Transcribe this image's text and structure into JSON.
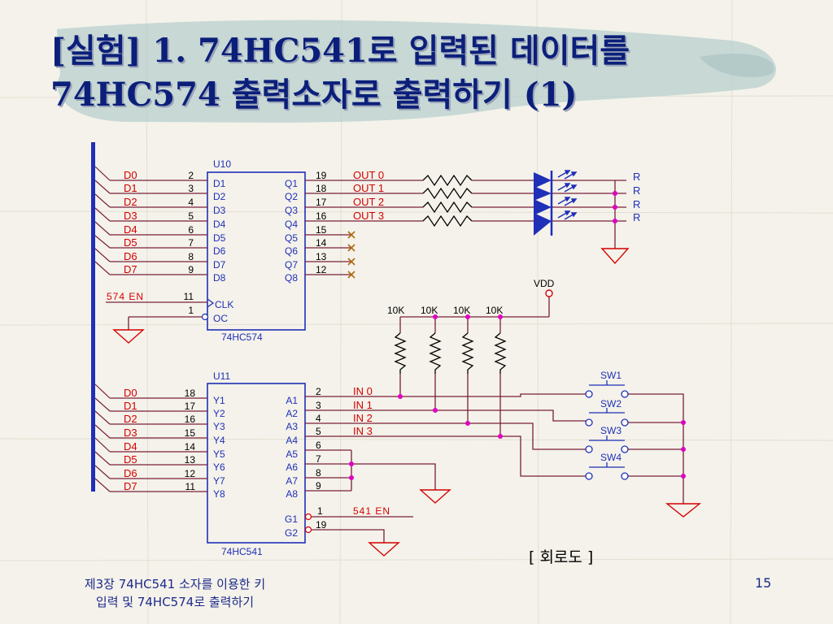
{
  "slide": {
    "title_line1": "[실험] 1. 74HC541로 입력된 데이터를",
    "title_line2": "74HC574 출력소자로 출력하기 (1)",
    "footer_line1": "제3장 74HC541 소자를 이용한 키",
    "footer_line2": "입력 및 74HC574로 출력하기",
    "page_number": "15",
    "caption": "[ 회로도 ]"
  },
  "u10": {
    "ref": "U10",
    "part": "74HC574",
    "data_nets": [
      "D0",
      "D1",
      "D2",
      "D3",
      "D4",
      "D5",
      "D6",
      "D7"
    ],
    "d_pin_numbers": [
      "2",
      "3",
      "4",
      "5",
      "6",
      "7",
      "8",
      "9"
    ],
    "d_pin_labels": [
      "D1",
      "D2",
      "D3",
      "D4",
      "D5",
      "D6",
      "D7",
      "D8"
    ],
    "q_pin_labels": [
      "Q1",
      "Q2",
      "Q3",
      "Q4",
      "Q5",
      "Q6",
      "Q7",
      "Q8"
    ],
    "q_pin_numbers": [
      "19",
      "18",
      "17",
      "16",
      "15",
      "14",
      "13",
      "12"
    ],
    "out_nets": [
      "OUT 0",
      "OUT 1",
      "OUT 2",
      "OUT 3"
    ],
    "clk_label": "CLK",
    "clk_pin": "11",
    "clk_net": "574 EN",
    "oc_label": "OC",
    "oc_pin": "1",
    "led_labels": [
      "R",
      "R",
      "R",
      "R"
    ]
  },
  "pullups": {
    "vdd_label": "VDD",
    "resistor_values": [
      "10K",
      "10K",
      "10K",
      "10K"
    ]
  },
  "u11": {
    "ref": "U11",
    "part": "74HC541",
    "data_nets": [
      "D0",
      "D1",
      "D2",
      "D3",
      "D4",
      "D5",
      "D6",
      "D7"
    ],
    "y_pin_numbers": [
      "18",
      "17",
      "16",
      "15",
      "14",
      "13",
      "12",
      "11"
    ],
    "y_pin_labels": [
      "Y1",
      "Y2",
      "Y3",
      "Y4",
      "Y5",
      "Y6",
      "Y7",
      "Y8"
    ],
    "a_pin_labels": [
      "A1",
      "A2",
      "A3",
      "A4",
      "A5",
      "A6",
      "A7",
      "A8"
    ],
    "a_pin_numbers": [
      "2",
      "3",
      "4",
      "5",
      "6",
      "7",
      "8",
      "9"
    ],
    "in_nets": [
      "IN 0",
      "IN 1",
      "IN 2",
      "IN 3"
    ],
    "g1_label": "G1",
    "g1_pin": "1",
    "g1_net": "541 EN",
    "g2_label": "G2",
    "g2_pin": "19",
    "switch_labels": [
      "SW1",
      "SW2",
      "SW3",
      "SW4"
    ]
  }
}
